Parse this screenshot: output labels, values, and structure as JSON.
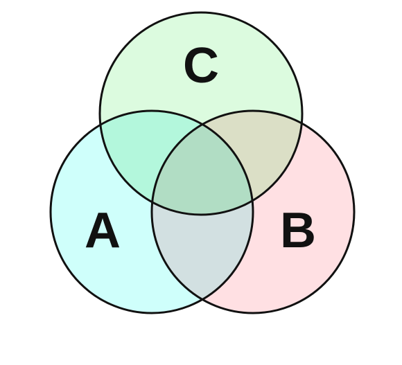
{
  "venn": {
    "sets": [
      {
        "key": "a",
        "label": "A",
        "fill": "#cffffb"
      },
      {
        "key": "b",
        "label": "B",
        "fill": "#ffe0e3"
      },
      {
        "key": "c",
        "label": "C",
        "fill": "#dcfbdf"
      }
    ],
    "overlaps": {
      "ab": "#d2e0e1",
      "ac": "#b3f7dc",
      "bc": "#dbdfc6",
      "abc": "#b1ddc4"
    },
    "stroke": "#111111"
  }
}
